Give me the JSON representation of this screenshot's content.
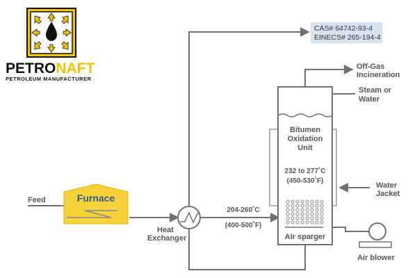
{
  "logo": {
    "brand_part1": "PETRO",
    "brand_part2": "NAFT",
    "tagline": "PETROLEUM MANUFACTURER",
    "colors": {
      "accent": "#f2c300",
      "dark": "#111111"
    }
  },
  "identifiers": {
    "cas": "CAS# 64742-93-4",
    "einecs": "EINECS# 265-194-4"
  },
  "streams": {
    "feed": "Feed",
    "offgas_line1": "Off-Gas",
    "offgas_line2": "Incineration",
    "steam_line1": "Steam or",
    "steam_line2": "Water",
    "water_jacket_line1": "Water",
    "water_jacket_line2": "Jacket"
  },
  "equipment": {
    "furnace": "Furnace",
    "heat_exchanger_line1": "Heat",
    "heat_exchanger_line2": "Exchanger",
    "reactor_line1": "Bitumen",
    "reactor_line2": "Oxidation",
    "reactor_line3": "Unit",
    "air_sparger": "Air sparger",
    "air_blower": "Air blower"
  },
  "conditions": {
    "reactor_temp_c": "232 to 277˚C",
    "reactor_temp_f": "(450-530˚F)",
    "exchanger_out_c": "204-260˚C",
    "exchanger_out_f": "(400-500˚F)"
  },
  "colors": {
    "line": "#707070",
    "furnace_fill": "#f7d23a",
    "furnace_text": "#2f5d8a",
    "label_box": "#d6e3f1",
    "bubbles": "#8a8a8a"
  }
}
